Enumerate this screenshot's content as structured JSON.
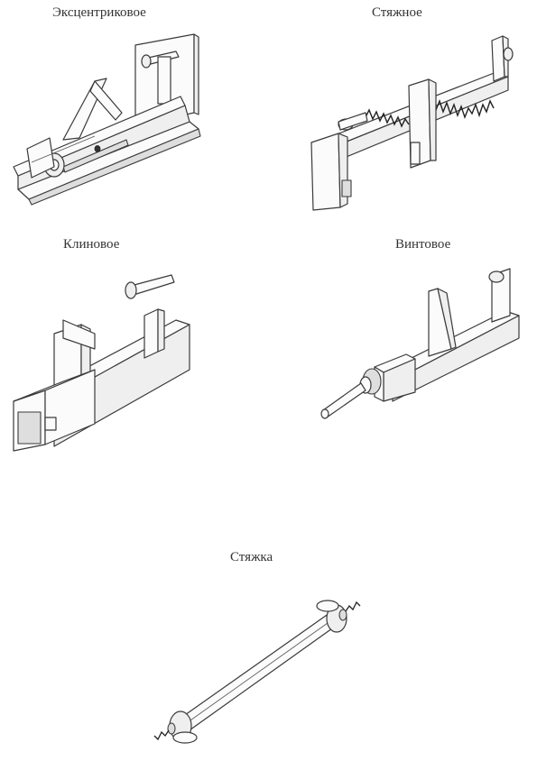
{
  "figures": [
    {
      "id": "eccentric",
      "caption": "Эксцентриковое",
      "icon": "eccentric-clamp-icon"
    },
    {
      "id": "tension",
      "caption": "Стяжное",
      "icon": "tension-clamp-icon"
    },
    {
      "id": "wedge",
      "caption": "Клиновое",
      "icon": "wedge-clamp-icon"
    },
    {
      "id": "screw",
      "caption": "Винтовое",
      "icon": "screw-clamp-icon"
    },
    {
      "id": "tie",
      "caption": "Стяжка",
      "icon": "tie-rod-icon"
    }
  ]
}
